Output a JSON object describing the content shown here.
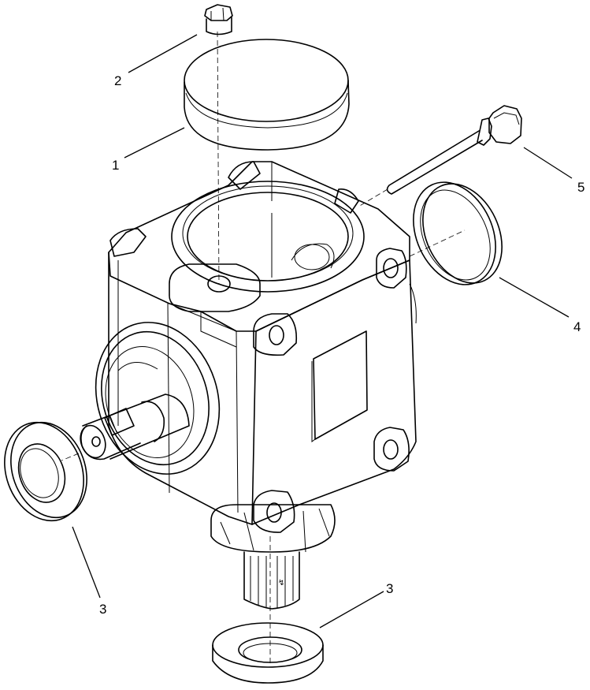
{
  "diagram": {
    "callouts": [
      {
        "id": "1",
        "label": "1"
      },
      {
        "id": "2",
        "label": "2"
      },
      {
        "id": "3a",
        "label": "3"
      },
      {
        "id": "3b",
        "label": "3"
      },
      {
        "id": "4",
        "label": "4"
      },
      {
        "id": "5",
        "label": "5"
      }
    ],
    "colors": {
      "line": "#000000",
      "background": "#ffffff"
    }
  }
}
